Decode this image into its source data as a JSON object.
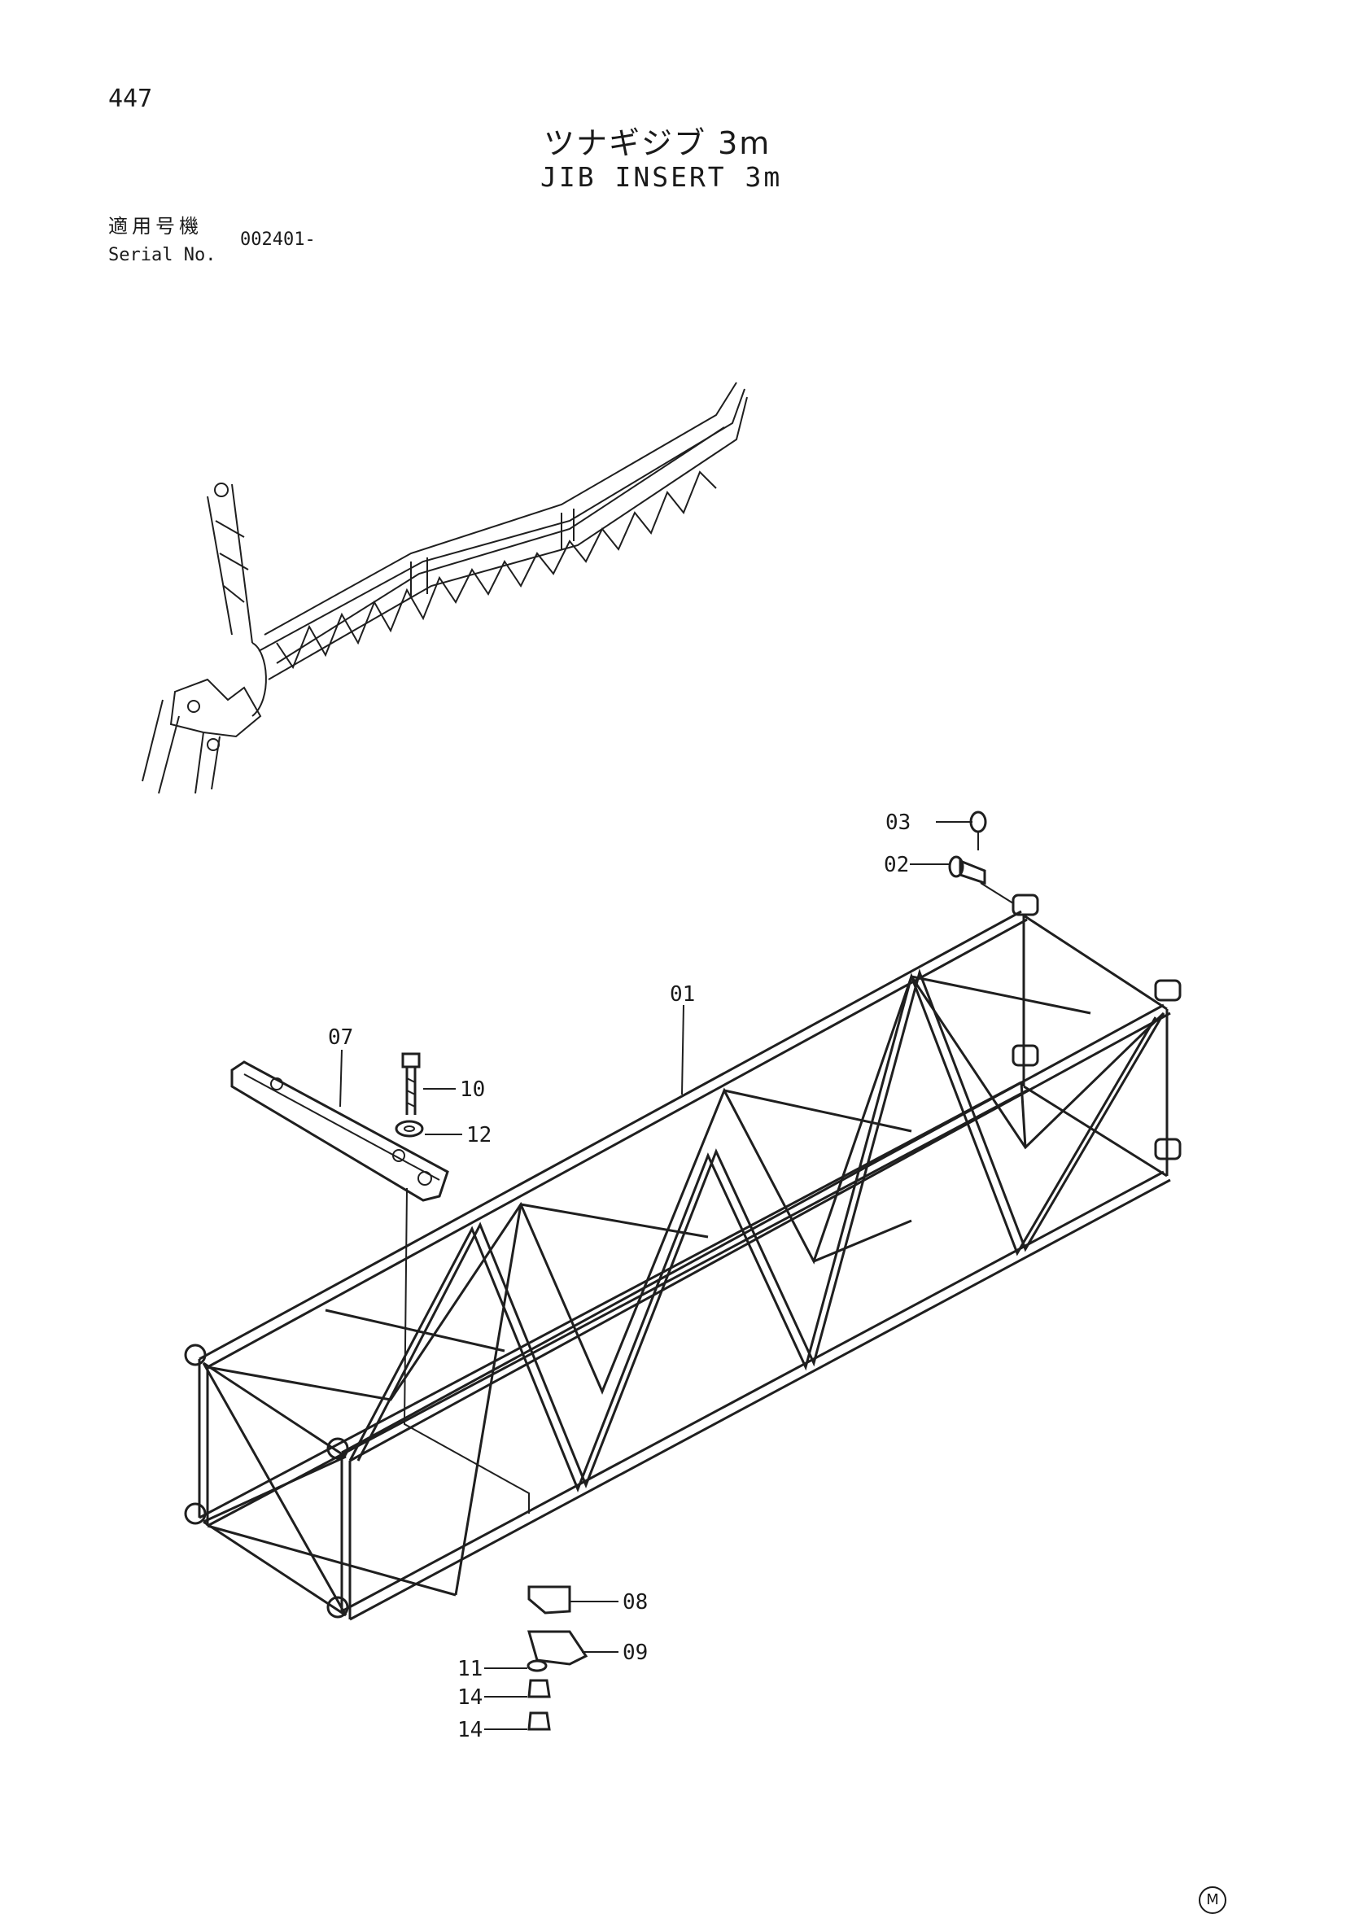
{
  "page": {
    "number": "447",
    "title_jp": "ツナギジブ 3m",
    "title_en": "JIB INSERT 3m",
    "serial_label_jp": "適用号機",
    "serial_label_en": "Serial No.",
    "serial_value": "002401-",
    "mark": "M"
  },
  "callouts": [
    {
      "id": "03"
    },
    {
      "id": "02"
    },
    {
      "id": "01"
    },
    {
      "id": "07"
    },
    {
      "id": "10"
    },
    {
      "id": "12"
    },
    {
      "id": "08"
    },
    {
      "id": "09"
    },
    {
      "id": "11"
    },
    {
      "id": "14"
    },
    {
      "id": "14"
    }
  ]
}
